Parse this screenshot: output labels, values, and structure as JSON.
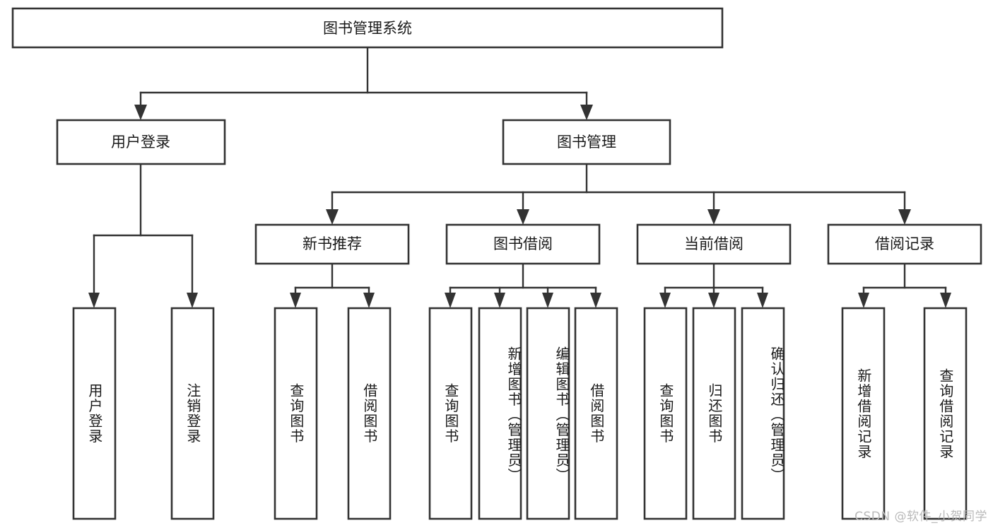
{
  "diagram": {
    "title": "图书管理系统",
    "type": "tree",
    "watermark": "CSDN @软件_小贺同学",
    "colors": {
      "box_stroke": "#333333",
      "box_fill": "#ffffff",
      "text": "#1a1a1a",
      "background": "#ffffff",
      "watermark": "#b9b9b9"
    },
    "root": {
      "id": "root",
      "label": "图书管理系统",
      "orientation": "horizontal"
    },
    "level2": [
      {
        "id": "user-login",
        "label": "用户登录",
        "orientation": "horizontal"
      },
      {
        "id": "book-manage",
        "label": "图书管理",
        "orientation": "horizontal"
      }
    ],
    "level3": [
      {
        "id": "new-book-recommend",
        "label": "新书推荐",
        "parent": "book-manage",
        "orientation": "horizontal"
      },
      {
        "id": "book-borrow",
        "label": "图书借阅",
        "parent": "book-manage",
        "orientation": "horizontal"
      },
      {
        "id": "current-borrow",
        "label": "当前借阅",
        "parent": "book-manage",
        "orientation": "horizontal"
      },
      {
        "id": "borrow-record",
        "label": "借阅记录",
        "parent": "book-manage",
        "orientation": "horizontal"
      }
    ],
    "leaves": [
      {
        "id": "leaf-user-login",
        "label": "用户登录",
        "parent": "user-login",
        "orientation": "vertical"
      },
      {
        "id": "leaf-logout-login",
        "label": "注销登录",
        "parent": "user-login",
        "orientation": "vertical"
      },
      {
        "id": "leaf-query-book-recommend",
        "label": "查询图书",
        "parent": "new-book-recommend",
        "orientation": "vertical"
      },
      {
        "id": "leaf-borrow-book-recommend",
        "label": "借阅图书",
        "parent": "new-book-recommend",
        "orientation": "vertical"
      },
      {
        "id": "leaf-query-book-borrow",
        "label": "查询图书",
        "parent": "book-borrow",
        "orientation": "vertical"
      },
      {
        "id": "leaf-add-book-admin",
        "label": "新增图书（管理员）",
        "parent": "book-borrow",
        "orientation": "vertical"
      },
      {
        "id": "leaf-edit-book-admin",
        "label": "编辑图书（管理员）",
        "parent": "book-borrow",
        "orientation": "vertical"
      },
      {
        "id": "leaf-borrow-book",
        "label": "借阅图书",
        "parent": "book-borrow",
        "orientation": "vertical"
      },
      {
        "id": "leaf-query-book-current",
        "label": "查询图书",
        "parent": "current-borrow",
        "orientation": "vertical"
      },
      {
        "id": "leaf-return-book",
        "label": "归还图书",
        "parent": "current-borrow",
        "orientation": "vertical"
      },
      {
        "id": "leaf-confirm-return-admin",
        "label": "确认归还（管理员）",
        "parent": "current-borrow",
        "orientation": "vertical"
      },
      {
        "id": "leaf-add-borrow-record",
        "label": "新增借阅记录",
        "parent": "borrow-record",
        "orientation": "vertical"
      },
      {
        "id": "leaf-query-borrow-record",
        "label": "查询借阅记录",
        "parent": "borrow-record",
        "orientation": "vertical"
      }
    ]
  }
}
